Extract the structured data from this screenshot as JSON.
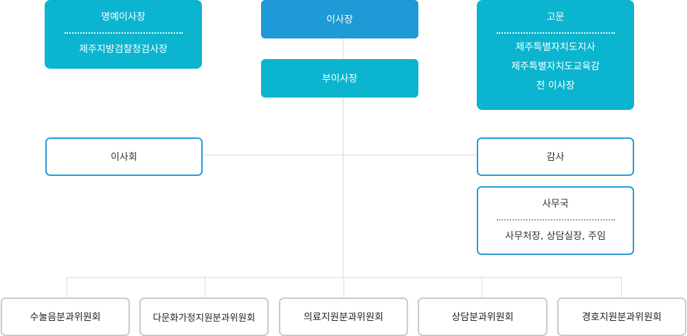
{
  "honorary": {
    "title": "명예이사장",
    "member": "제주지방검찰청검사장"
  },
  "chairman": {
    "title": "이사장"
  },
  "vice_chairman": {
    "title": "부이사장"
  },
  "advisor": {
    "title": "고문",
    "members": [
      "제주특별자치도지사",
      "제주특별자치도교육감",
      "전 이사장"
    ]
  },
  "board": {
    "title": "이사회"
  },
  "auditor": {
    "title": "감사"
  },
  "secretariat": {
    "title": "사무국",
    "members": "사무처장, 상담실장, 주임"
  },
  "committees": [
    "수눌음분과위원회",
    "다문화가정지원분과위원회",
    "의료지원분과위원회",
    "상담분과위원회",
    "경호지원분과위원회"
  ],
  "colors": {
    "cyan": "#0bb5cf",
    "blue": "#1e9ad6",
    "gray_border": "#c9c9c9",
    "line": "#d9d9d9"
  }
}
